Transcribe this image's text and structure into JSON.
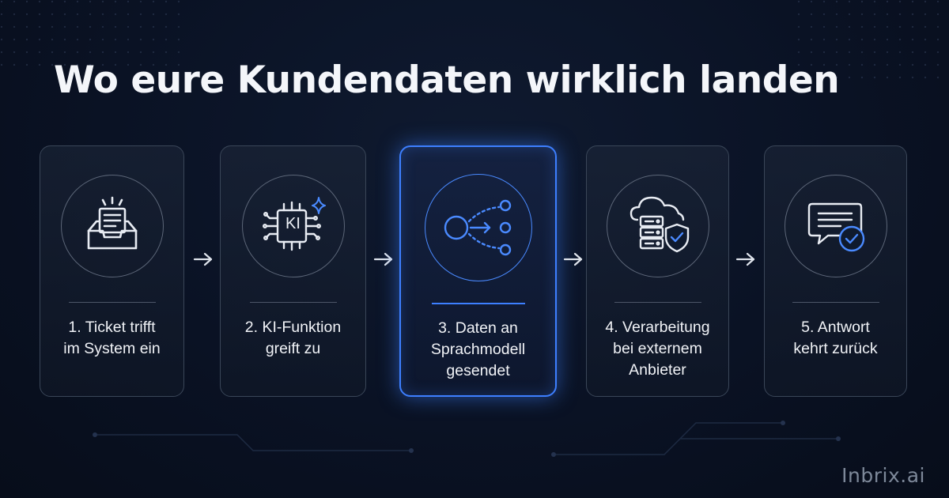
{
  "title": "Wo eure Kundendaten wirklich landen",
  "steps": [
    {
      "line1": "1. Ticket trifft",
      "line2": "im System ein",
      "line3": "",
      "icon": "inbox-ticket-icon"
    },
    {
      "line1": "2. KI-Funktion",
      "line2": "greift zu",
      "line3": "",
      "icon": "ai-chip-icon",
      "chip_text": "KI"
    },
    {
      "line1": "3. Daten an",
      "line2": "Sprachmodell",
      "line3": "gesendet",
      "icon": "data-distribution-icon",
      "highlighted": true
    },
    {
      "line1": "4. Verarbeitung",
      "line2": "bei externem",
      "line3": "Anbieter",
      "icon": "cloud-server-shield-icon"
    },
    {
      "line1": "5. Antwort",
      "line2": "kehrt zurück",
      "line3": "",
      "icon": "chat-check-icon"
    }
  ],
  "brand": "Inbrix.ai",
  "colors": {
    "background": "#0a1224",
    "accent": "#3d7fff",
    "card_border": "#3a4658",
    "text": "#f1f3f7",
    "brand_text": "#7d8899"
  }
}
